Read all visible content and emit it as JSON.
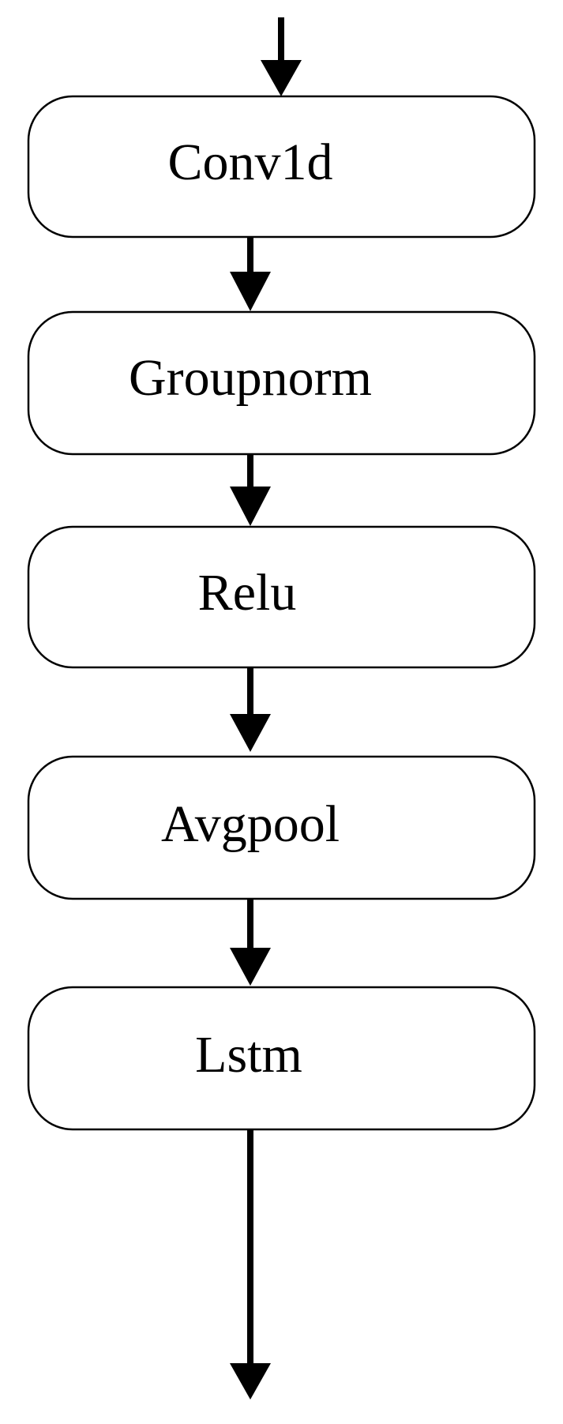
{
  "diagram": {
    "steps": [
      {
        "label": "Conv1d"
      },
      {
        "label": "Groupnorm"
      },
      {
        "label": "Relu"
      },
      {
        "label": "Avgpool"
      },
      {
        "label": "Lstm"
      }
    ],
    "colors": {
      "stroke": "#000000",
      "fill": "#ffffff",
      "text": "#000000"
    }
  }
}
